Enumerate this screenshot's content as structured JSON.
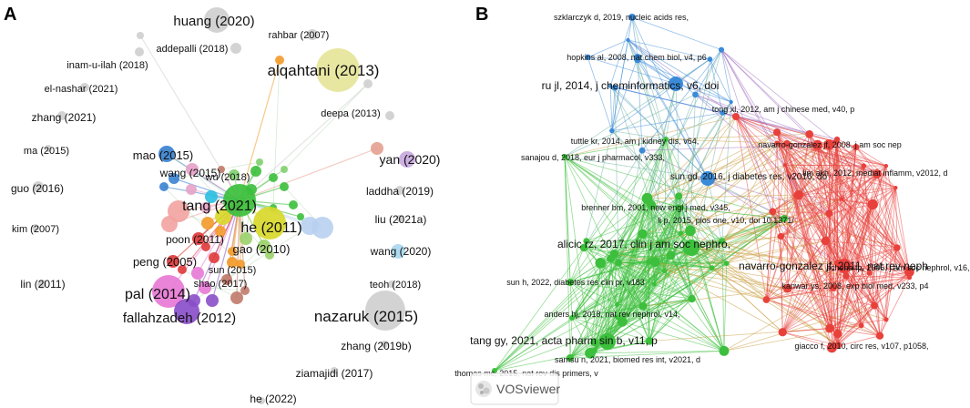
{
  "panels": {
    "a": {
      "letter": "A"
    },
    "b": {
      "letter": "B"
    }
  },
  "panel_a": {
    "nodes": [
      {
        "label": "huang (2020)",
        "color": "#cfcfcf"
      },
      {
        "label": "addepalli (2018)",
        "color": "#cfcfcf"
      },
      {
        "label": "rahbar (2007)",
        "color": "#cfcfcf"
      },
      {
        "label": "inam-u-ilah (2018)",
        "color": "#cfcfcf"
      },
      {
        "label": "alqahtani (2013)",
        "color": "#e6e59a"
      },
      {
        "label": "el-nashar (2021)",
        "color": "#cfcfcf"
      },
      {
        "label": "zhang (2021)",
        "color": "#cfcfcf"
      },
      {
        "label": "deepa (2013)",
        "color": "#cfcfcf"
      },
      {
        "label": "ma (2015)",
        "color": "#cfcfcf"
      },
      {
        "label": "mao (2015)",
        "color": "#3a82d0"
      },
      {
        "label": "yan (2020)",
        "color": "#c9a9e0"
      },
      {
        "label": "wang (2015)",
        "color": "#e5a3c8"
      },
      {
        "label": "wu (2018)",
        "color": "#7fcf6f"
      },
      {
        "label": "guo (2016)",
        "color": "#cfcfcf"
      },
      {
        "label": "laddha (2019)",
        "color": "#cfcfcf"
      },
      {
        "label": "tang (2021)",
        "color": "#3cbf3c"
      },
      {
        "label": "kim (2007)",
        "color": "#cfcfcf"
      },
      {
        "label": "he (2011)",
        "color": "#d8d82a"
      },
      {
        "label": "liu (2021a)",
        "color": "#cfcfcf"
      },
      {
        "label": "poon (2011)",
        "color": "#e03a3a"
      },
      {
        "label": "gao (2010)",
        "color": "#9bd06a"
      },
      {
        "label": "wang (2020)",
        "color": "#a9d8ef"
      },
      {
        "label": "peng (2005)",
        "color": "#e03a3a"
      },
      {
        "label": "sun (2015)",
        "color": "#f39a2a"
      },
      {
        "label": "lin (2011)",
        "color": "#cfcfcf"
      },
      {
        "label": "teoh (2018)",
        "color": "#cfcfcf"
      },
      {
        "label": "pal (2014)",
        "color": "#e879d6"
      },
      {
        "label": "shao (2017)",
        "color": "#c07a6a"
      },
      {
        "label": "fallahzadeh (2012)",
        "color": "#8a4fc9"
      },
      {
        "label": "nazaruk (2015)",
        "color": "#cfcfcf"
      },
      {
        "label": "zhang (2019b)",
        "color": "#cfcfcf"
      },
      {
        "label": "ziamajidi (2017)",
        "color": "#cfcfcf"
      },
      {
        "label": "he (2022)",
        "color": "#cfcfcf"
      }
    ]
  },
  "panel_b": {
    "clusters": {
      "red": "#e8413c",
      "green": "#3cbf3c",
      "blue": "#3a8ad8"
    },
    "nodes": [
      {
        "label": "szklarczyk d, 2019, nucleic acids res,",
        "cluster": "blue"
      },
      {
        "label": "hopkins al, 2008, nat chem biol, v4, p6",
        "cluster": "blue"
      },
      {
        "label": "ru jl, 2014, j cheminformatics, v6, doi",
        "cluster": "blue"
      },
      {
        "label": "tong xl, 2012, am j chinese med, v40, p",
        "cluster": "red"
      },
      {
        "label": "tuttle kr, 2014, am j kidney dis, v64,",
        "cluster": "green"
      },
      {
        "label": "navarro-gonzalez jf, 2008, j am soc nep",
        "cluster": "red"
      },
      {
        "label": "sanajou d, 2018, eur j pharmacol, v333,",
        "cluster": "green"
      },
      {
        "label": "lim akh, 2012, mediat inflamm, v2012, d",
        "cluster": "red"
      },
      {
        "label": "sun gd, 2016, j diabetes res, v2016, do",
        "cluster": "blue"
      },
      {
        "label": "brenner bm, 2001, new engl j med, v345,",
        "cluster": "green"
      },
      {
        "label": "li p, 2015, plos one, v10, doi 10.1371/",
        "cluster": "green"
      },
      {
        "label": "alicic rz, 2017, clin j am soc nephro,",
        "cluster": "green"
      },
      {
        "label": "schena fp, 2005, j am soc nephrol, v16,",
        "cluster": "red"
      },
      {
        "label": "navarro-gonzalez jf, 2011, nat rev neph",
        "cluster": "red"
      },
      {
        "label": "sun h, 2022, diabetes res clin pr, v183",
        "cluster": "green"
      },
      {
        "label": "kanwar ys, 2008, exp biol med, v233, p4",
        "cluster": "red"
      },
      {
        "label": "anders hj, 2018, nat rev nephrol, v14,",
        "cluster": "green"
      },
      {
        "label": "tang gy, 2021, acta pharm sin b, v11, p",
        "cluster": "green"
      },
      {
        "label": "giacco f, 2010, circ res, v107, p1058,",
        "cluster": "red"
      },
      {
        "label": "samsu n, 2021, biomed res int, v2021, d",
        "cluster": "green"
      },
      {
        "label": "thomas mc, 2015, nat rev dis primers, v",
        "cluster": "green"
      }
    ],
    "watermark": {
      "text": "VOSviewer"
    }
  }
}
